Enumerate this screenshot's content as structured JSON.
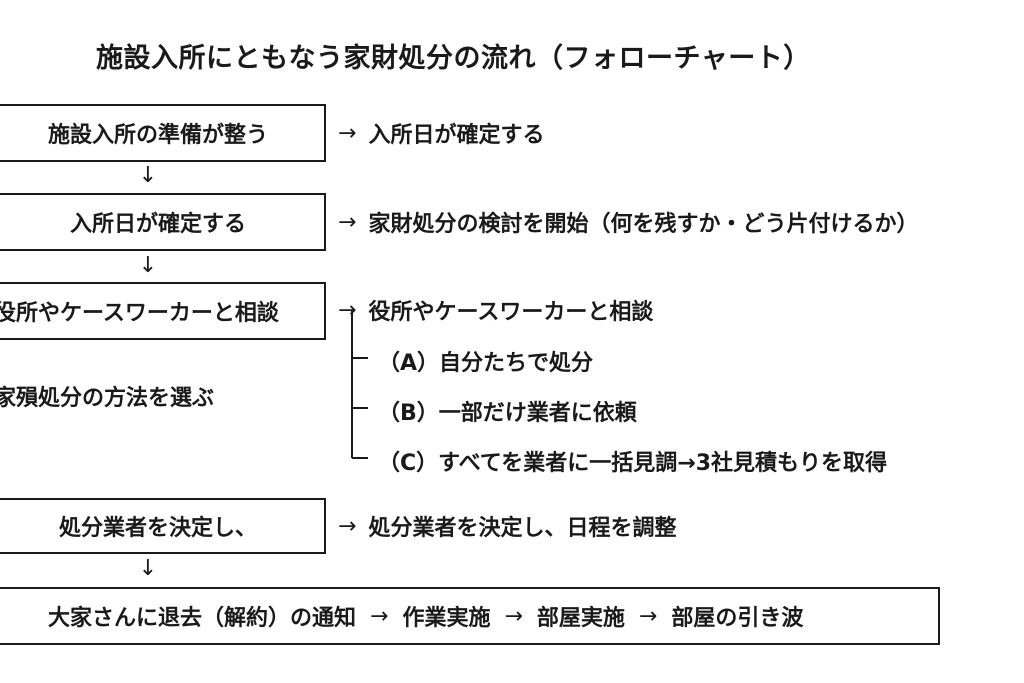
{
  "title": "施設入所にともなう家財処分の流れ（フォローチャート）",
  "arrow_right": "→",
  "arrow_down": "↓",
  "steps": [
    {
      "box": "施設入所の準備が整う",
      "result": "入所日が確定する"
    },
    {
      "box": "入所日が確定する",
      "result": "家財処分の検討を開始（何を残すか・どう片付けるか）"
    },
    {
      "box": "役所やケースワーカーと相談",
      "result": "役所やケースワーカーと相談"
    }
  ],
  "method_label": "家殞処分の方法を選ぶ",
  "options": [
    "（A）自分たちで処分",
    "（B）一部だけ業者に依頼",
    "（C）すべてを業者に一括見調→3社見積もりを取得"
  ],
  "decide": {
    "box": "処分業者を決定し、",
    "result": "処分業者を決定し、日程を調整"
  },
  "final": {
    "parts": [
      "大家さんに退去（解約）の通知",
      "作業実施",
      "部屋実施",
      "部屋の引き波"
    ],
    "arrows": [
      "→",
      "→",
      "→"
    ]
  }
}
